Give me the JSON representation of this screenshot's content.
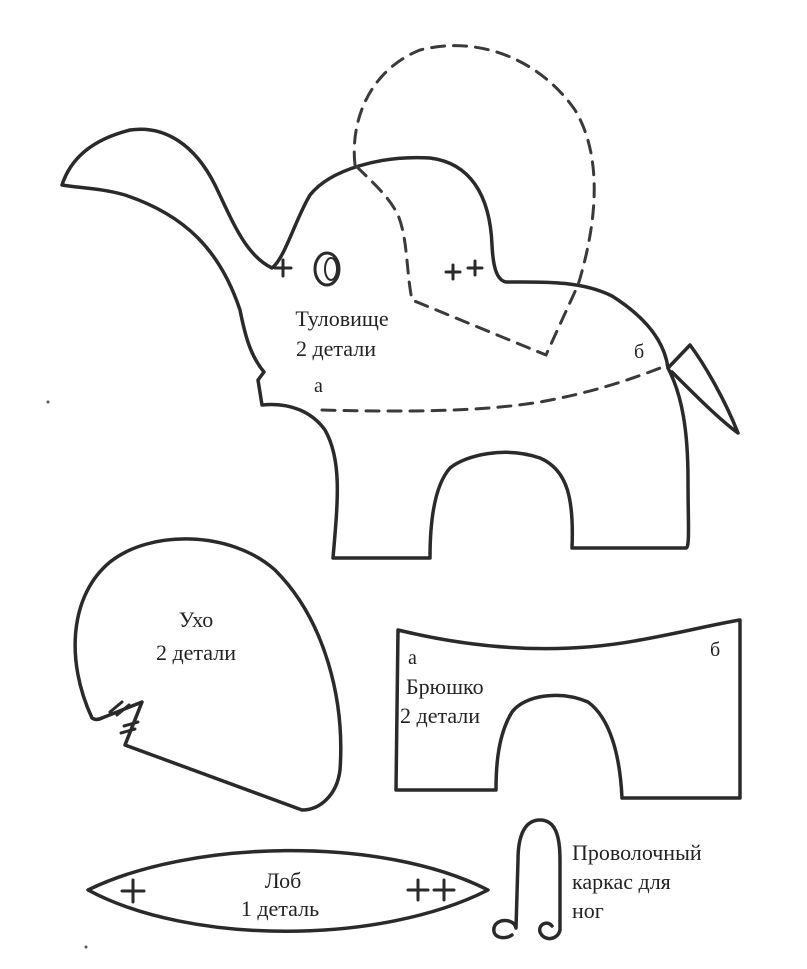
{
  "pieces": {
    "body": {
      "name": "Туловище",
      "count": "2 детали",
      "mark_a": "а",
      "mark_b": "б"
    },
    "ear": {
      "name": "Ухо",
      "count": "2 детали"
    },
    "belly": {
      "name": "Брюшко",
      "count": "2 детали",
      "mark_a": "а",
      "mark_b": "б"
    },
    "forehead": {
      "name": "Лоб",
      "count": "1 деталь"
    },
    "wire": {
      "line1": "Проволочный",
      "line2": "каркас для",
      "line3": "ног"
    }
  },
  "colors": {
    "ink": "#2a2a2a",
    "paper": "#ffffff"
  }
}
